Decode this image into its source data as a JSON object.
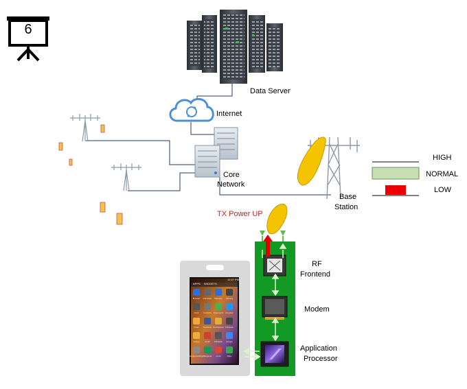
{
  "slide": {
    "number": "6"
  },
  "labels": {
    "data_server": "Data Server",
    "internet": "Internet",
    "core_network_1": "Core",
    "core_network_2": "Network",
    "base_station_1": "Base",
    "base_station_2": "Station",
    "tx_power": "TX Power UP",
    "rf_frontend_1": "RF",
    "rf_frontend_2": "Frontend",
    "modem": "Modem",
    "app_processor_1": "Application",
    "app_processor_2": "Processor"
  },
  "legend": {
    "high": "HIGH",
    "normal": "NORMAL",
    "low": "LOW",
    "normal_color": "#c6e0b4",
    "low_color": "#ee0000"
  },
  "phone": {
    "tabs": [
      "APPS",
      "WIDGETS"
    ],
    "time": "12:27 PM",
    "apps": [
      "Browser",
      "Calculator",
      "Calendar",
      "Camera",
      "Clock",
      "Contacts",
      "Downloads",
      "Dropbox",
      "Email",
      "Facebook",
      "File Explorer",
      "FM Radio",
      "Gallery",
      "Gmail",
      "FM Radio",
      "Google",
      "Google Settings",
      "Hangouts",
      "Local",
      "Maps"
    ]
  },
  "colors": {
    "board": "#129a24",
    "chip_arrow": "#dcf2cc",
    "tx_arrow": "#e00000",
    "lobe": "#f5c400",
    "lobe_edge": "#c89a00",
    "tx_label": "#d52020",
    "phone_frame": "#d9d9d9",
    "cloud": "#4d8fd6",
    "link_line": "#1f3864"
  }
}
